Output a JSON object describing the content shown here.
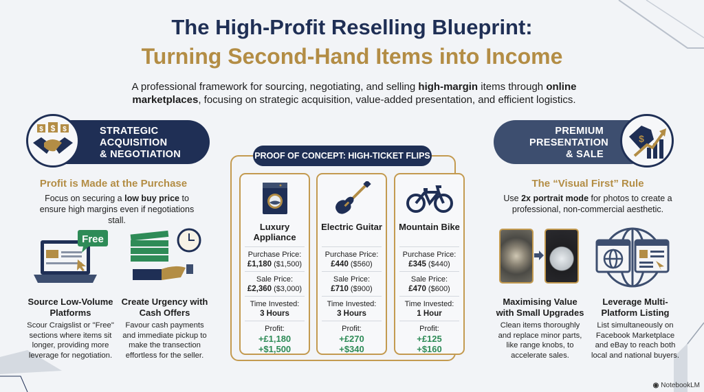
{
  "title": {
    "line1": "The High-Profit Reselling Blueprint:",
    "line2": "Turning Second-Hand Items into Income"
  },
  "subtitle": {
    "pre": "A professional framework for sourcing, negotiating, and selling ",
    "b1": "high-margin",
    "mid": " items through ",
    "b2": "online marketplaces",
    "post": ", focusing on strategic acquisition, value-added presentation, and efficient logistics."
  },
  "left": {
    "header": [
      "STRATEGIC",
      "ACQUISITION",
      "& NEGOTIATION"
    ],
    "subtitle": "Profit is Made at the Purchase",
    "desc_pre": "Focus on securing a ",
    "desc_bold": "low buy price",
    "desc_post": " to ensure high margins even if negotiations stall.",
    "free_badge": "Free",
    "items": [
      {
        "title": "Source Low-Volume Platforms",
        "text": "Scour Craigslist or \"Free\" sections where items sit longer, providing more leverage for negotiation."
      },
      {
        "title": "Create Urgency with Cash Offers",
        "text": "Favour cash payments and immediate pickup to make the transection effortless for the seller."
      }
    ]
  },
  "middle": {
    "header": "PROOF OF CONCEPT: HIGH-TICKET FLIPS",
    "labels": {
      "purchase": "Purchase Price:",
      "sale": "Sale Price:",
      "time": "Time Invested:",
      "profit": "Profit:"
    },
    "cards": [
      {
        "name": "Luxury Appliance",
        "purchase_gbp": "£1,180",
        "purchase_usd": "($1,500)",
        "sale_gbp": "£2,360",
        "sale_usd": "($3,000)",
        "time": "3 Hours",
        "profit_gbp": "+£1,180",
        "profit_usd": "+$1,500"
      },
      {
        "name": "Electric Guitar",
        "purchase_gbp": "£440",
        "purchase_usd": "($560)",
        "sale_gbp": "£710",
        "sale_usd": "($900)",
        "time": "3 Hours",
        "profit_gbp": "+£270",
        "profit_usd": "+$340"
      },
      {
        "name": "Mountain Bike",
        "purchase_gbp": "£345",
        "purchase_usd": "($440)",
        "sale_gbp": "£470",
        "sale_usd": "($600)",
        "time": "1 Hour",
        "profit_gbp": "+£125",
        "profit_usd": "+$160"
      }
    ]
  },
  "right": {
    "header": [
      "PREMIUM",
      "PRESENTATION",
      "& SALE"
    ],
    "subtitle": "The “Visual First” Rule",
    "desc_pre": "Use ",
    "desc_bold": "2x portrait mode",
    "desc_post": " for photos to create a professional, non-commercial aesthetic.",
    "items": [
      {
        "title": "Maximising Value with Small Upgrades",
        "text": "Clean items thoroughly and replace minor parts, like range knobs, to accelerate sales."
      },
      {
        "title": "Leverage Multi-Platform Listing",
        "text": "List simultaneously on Facebook Marketplace and eBay to reach both local and national buyers."
      }
    ]
  },
  "footer": {
    "brand": "NotebookLM"
  },
  "colors": {
    "navy": "#1f2f55",
    "gold": "#b38d45",
    "green": "#2e8b57",
    "slate": "#3d4e6f"
  }
}
